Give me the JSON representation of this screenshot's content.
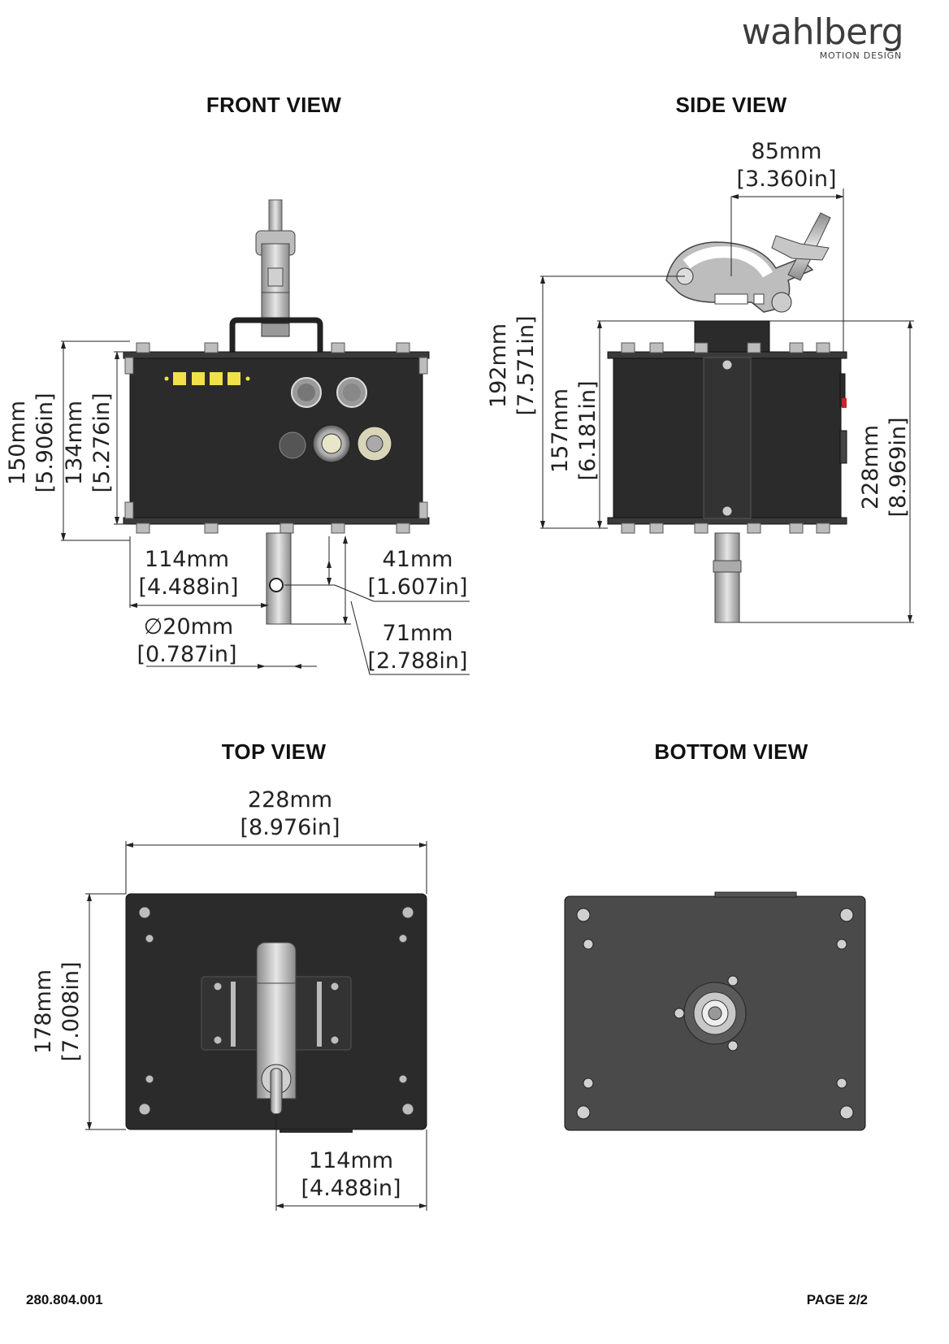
{
  "logo": {
    "wordmark": "wahlberg",
    "tagline": "MOTION DESIGN",
    "accent_color": "#1f6fd1"
  },
  "views": {
    "front": {
      "title": "FRONT VIEW"
    },
    "side": {
      "title": "SIDE VIEW"
    },
    "top": {
      "title": "TOP VIEW"
    },
    "bottom": {
      "title": "BOTTOM VIEW"
    }
  },
  "dimensions": {
    "front_height_150": {
      "mm": "150mm",
      "inch": "5.906in"
    },
    "front_height_134": {
      "mm": "134mm",
      "inch": "5.276in"
    },
    "front_114": {
      "mm": "114mm",
      "inch": "4.488in"
    },
    "front_41": {
      "mm": "41mm",
      "inch": "1.607in"
    },
    "front_dia_20": {
      "mm": "∅20mm",
      "inch": "0.787in"
    },
    "front_71": {
      "mm": "71mm",
      "inch": "2.788in"
    },
    "side_85": {
      "mm": "85mm",
      "inch": "3.360in"
    },
    "side_192": {
      "mm": "192mm",
      "inch": "7.571in"
    },
    "side_157": {
      "mm": "157mm",
      "inch": "6.181in"
    },
    "side_228": {
      "mm": "228mm",
      "inch": "8.969in"
    },
    "top_228": {
      "mm": "228mm",
      "inch": "8.976in"
    },
    "top_178": {
      "mm": "178mm",
      "inch": "7.008in"
    },
    "top_114": {
      "mm": "114mm",
      "inch": "4.488in"
    }
  },
  "colors": {
    "body": "#2b2b2b",
    "metal": "#b9b9b9",
    "bottom_plate": "#4a4a4a",
    "led": "#f2e04a"
  },
  "footer": {
    "part_number": "280.804.001",
    "page": "PAGE 2/2"
  }
}
